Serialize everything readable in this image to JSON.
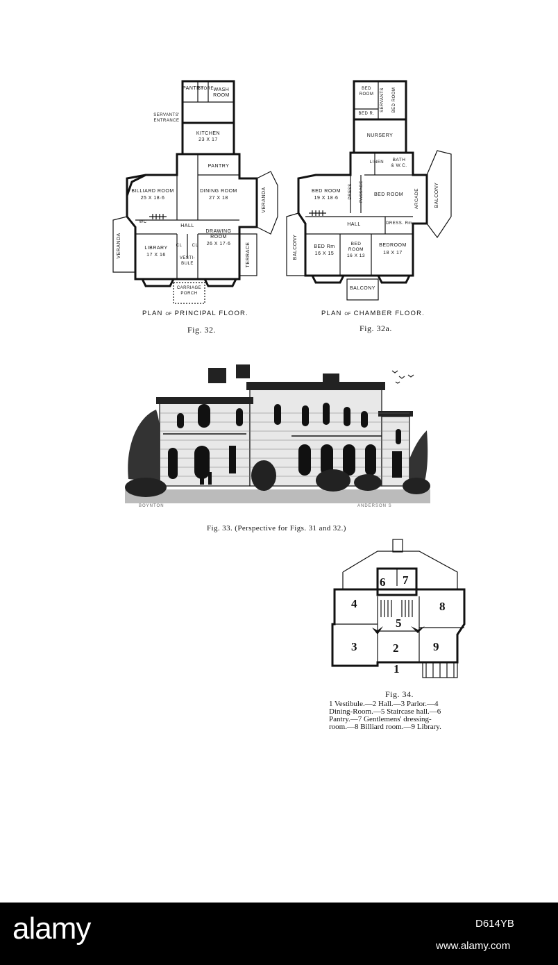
{
  "principal_floor": {
    "title_main": "PLAN",
    "title_small": "OF",
    "title_rest": "PRINCIPAL FLOOR.",
    "fig": "Fig. 32.",
    "rooms": {
      "pantry_top": "PANTRY",
      "store": "STORE",
      "wash_room": "WASH ROOM",
      "servants_entrance_1": "SERVANTS'",
      "servants_entrance_2": "ENTRANCE",
      "kitchen": "KITCHEN",
      "kitchen_size": "23 X 17",
      "pantry": "PANTRY",
      "billiard": "BILLIARD ROOM",
      "billiard_size": "25 X 18·6",
      "dining": "DINING ROOM",
      "dining_size": "27 X 18",
      "veranda_right": "VERANDA",
      "veranda_left": "VERANDA",
      "wc": "WC",
      "hall": "HALL",
      "drawing": "DRAWING",
      "drawing_room": "ROOM",
      "drawing_size": "26 X 17·6",
      "library": "LIBRARY",
      "library_size": "17 X 16",
      "cl1": "CL",
      "cl2": "CL",
      "vestibule_1": "VESTI-",
      "vestibule_2": "BULE",
      "terrace": "TERRACE",
      "carriage_1": "CARRIAGE",
      "carriage_2": "PORCH"
    }
  },
  "chamber_floor": {
    "title_main": "PLAN",
    "title_small": "OF",
    "title_rest": "CHAMBER FLOOR.",
    "fig": "Fig. 32a.",
    "rooms": {
      "bed_room_1": "BED",
      "bed_room_2": "ROOM",
      "servants": "SERVANTS",
      "bed_room_s": "BED ROOM",
      "bed_r": "BED R.",
      "nursery": "NURSERY",
      "linen": "LINEN",
      "bath_1": "BATH",
      "bath_2": "& W.C.",
      "bed_room_left": "BED ROOM",
      "bed_left_size": "19 X 18·6",
      "dress": "DRESS",
      "passage": "PASSAGE",
      "bed_room_mid": "BED ROOM",
      "arcade": "ARCADE",
      "balcony_right": "BALCONY",
      "hall": "HALL",
      "dress_rm": "DRESS. Rm",
      "balcony_left": "BALCONY",
      "bed_rm": "BED Rm",
      "bed_rm_size": "16 X 15",
      "bed_room_small_1": "BED",
      "bed_room_small_2": "ROOM",
      "bed_small_size": "16 X 13",
      "bedroom_right": "BEDROOM",
      "bedroom_right_size": "18 X 17",
      "balcony_bottom": "BALCONY"
    }
  },
  "perspective": {
    "signature_left": "BOYNTON",
    "signature_right": "ANDERSON S",
    "caption": "Fig. 33.   (Perspective for Figs. 31 and 32.)"
  },
  "fig34": {
    "numbers": [
      "1",
      "2",
      "3",
      "4",
      "5",
      "6",
      "7",
      "8",
      "9"
    ],
    "fig": "Fig. 34.",
    "legend_1": "1 Vestibule.—2 Hall.—3 Parlor.—4",
    "legend_2": "Dining-Room.—5 Staircase hall.—6",
    "legend_3": "Pantry.—7 Gentlemens' dressing-",
    "legend_4": "room.—8 Billiard room.—9 Library."
  },
  "footer": {
    "brand": "alamy",
    "image_id": "D614YB",
    "url": "www.alamy.com"
  }
}
